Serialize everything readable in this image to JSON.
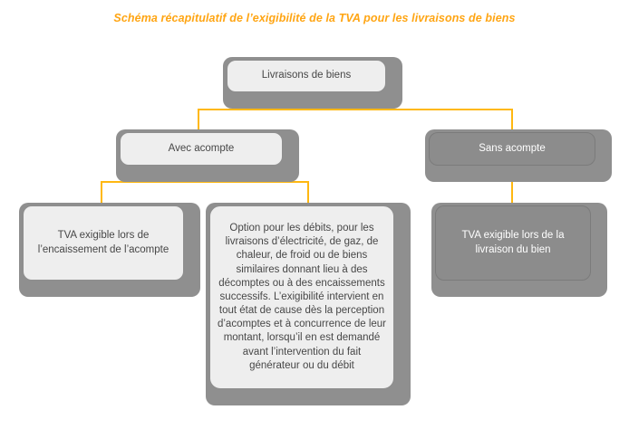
{
  "title": "Schéma récapitulatif de l’exigibilité de la TVA pour les livraisons de biens",
  "nodes": {
    "root": "Livraisons de biens",
    "avec_acompte": "Avec acompte",
    "sans_acompte": "Sans acompte",
    "tva_encaissement_acompte": "TVA exigible lors de l’encaissement de l’acompte",
    "option_debits": "Option pour les débits, pour les livraisons d’électricité, de gaz, de chaleur, de froid ou de biens similaires donnant lieu à des décomptes ou à des encaissements successifs. L’exigibilité intervient en tout état de cause dès la perception d’acomptes et à concurrence de leur montant, lorsqu’il en est demandé avant l’intervention du fait générateur ou du débit",
    "tva_livraison_bien": "TVA exigible lors de la livraison du bien"
  },
  "colors": {
    "title_text": "#FFA513",
    "connector": "#FFB811",
    "box_light_bg": "#EEEEEE",
    "box_light_border": "#8E8E8E",
    "box_dark_bg": "#8C8C8C",
    "box_dark_border": "#7B7B7B",
    "shadow": "#8F8F8F",
    "text_dark": "#474747",
    "text_on_dark": "#FFFFFF"
  }
}
